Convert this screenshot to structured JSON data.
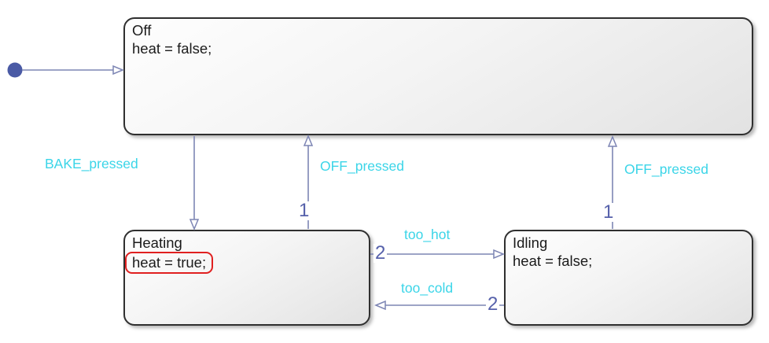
{
  "diagram": {
    "type": "stateflow-state-machine",
    "states": [
      {
        "id": "off",
        "name": "Off",
        "action": "heat = false;",
        "action_highlighted": false
      },
      {
        "id": "heating",
        "name": "Heating",
        "action": "heat = true;",
        "action_highlighted": true
      },
      {
        "id": "idling",
        "name": "Idling",
        "action": "heat = false;",
        "action_highlighted": false
      }
    ],
    "transitions": [
      {
        "from": "initial",
        "to": "Off",
        "label": "",
        "order": ""
      },
      {
        "from": "Off",
        "to": "Heating",
        "label": "BAKE_pressed",
        "order": ""
      },
      {
        "from": "Heating",
        "to": "Off",
        "label": "OFF_pressed",
        "order": "1"
      },
      {
        "from": "Idling",
        "to": "Off",
        "label": "OFF_pressed",
        "order": "1"
      },
      {
        "from": "Heating",
        "to": "Idling",
        "label": "too_hot",
        "order": "2"
      },
      {
        "from": "Idling",
        "to": "Heating",
        "label": "too_cold",
        "order": "2"
      }
    ],
    "colors": {
      "event_label": "#3bd5e8",
      "execution_order": "#5661ab",
      "transition_line": "#7d85b4",
      "initial_dot": "#4a5aa5",
      "state_border": "#2f2f2f",
      "state_fill": "#f0f0f0",
      "action_highlight": "#e02020",
      "state_text": "#1b1b1b",
      "background": "#ffffff"
    }
  }
}
